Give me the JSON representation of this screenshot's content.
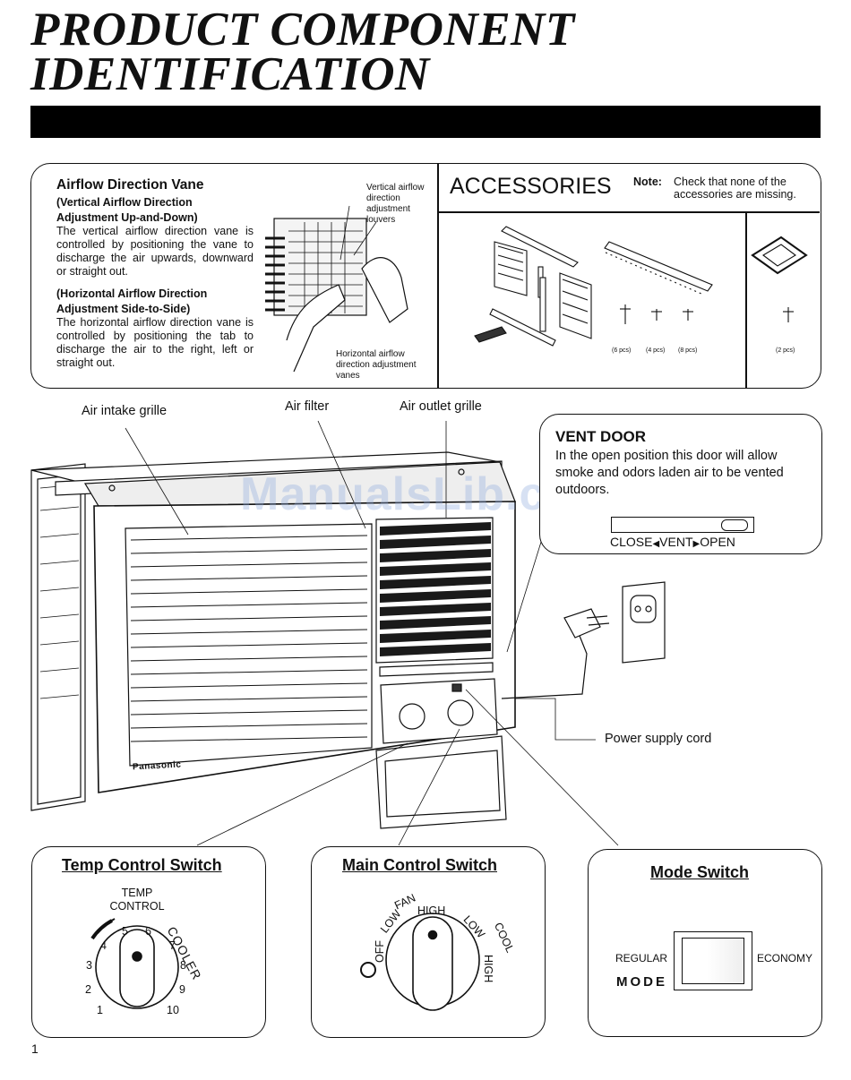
{
  "title": {
    "line1": "PRODUCT COMPONENT",
    "line2": "IDENTIFICATION"
  },
  "airflow": {
    "heading": "Airflow Direction Vane",
    "vertical_heading_1": "(Vertical Airflow Direction",
    "vertical_heading_2": "Adjustment Up-and-Down)",
    "vertical_text": "The vertical airflow direction vane is controlled by positioning the vane to discharge the air upwards, downward or straight out.",
    "horizontal_heading_1": "(Horizontal Airflow Direction",
    "horizontal_heading_2": "Adjustment Side-to-Side)",
    "horizontal_text": "The horizontal airflow direction vane is controlled by positioning the tab to discharge the air to the right, left or straight out.",
    "callout_vertical": "Vertical airflow direction adjustment louvers",
    "callout_horizontal": "Horizontal airflow direction adjustment vanes"
  },
  "accessories": {
    "heading": "ACCESSORIES",
    "note_label": "Note:",
    "note_text_1": "Check that none of the",
    "note_text_2": "accessories are missing.",
    "qty_1": "(6 pcs)",
    "qty_2": "(4 pcs)",
    "qty_3": "(8 pcs)",
    "qty_4": "(2 pcs)"
  },
  "labels": {
    "air_intake": "Air intake grille",
    "air_filter": "Air filter",
    "air_outlet": "Air outlet grille",
    "power_cord": "Power supply cord",
    "brand": "Panasonic",
    "watermark": "ManualsLib.com"
  },
  "vent_door": {
    "heading": "VENT DOOR",
    "text": "In the open position this door will allow smoke and odors laden air to be vented outdoors.",
    "close": "CLOSE",
    "vent": "VENT",
    "open": "OPEN"
  },
  "temp_switch": {
    "heading": "Temp Control Switch",
    "label_1": "TEMP",
    "label_2": "CONTROL",
    "cooler": "COOLER",
    "numbers": [
      "1",
      "2",
      "3",
      "4",
      "5",
      "6",
      "7",
      "8",
      "9",
      "10"
    ]
  },
  "main_switch": {
    "heading": "Main Control Switch",
    "off": "OFF",
    "fan": "FAN",
    "fan_low": "LOW",
    "fan_high": "HIGH",
    "cool": "COOL",
    "cool_low": "LOW",
    "cool_high": "HIGH"
  },
  "mode_switch": {
    "heading": "Mode Switch",
    "regular": "REGULAR",
    "economy": "ECONOMY",
    "mode": "MODE"
  },
  "page_number": "1"
}
